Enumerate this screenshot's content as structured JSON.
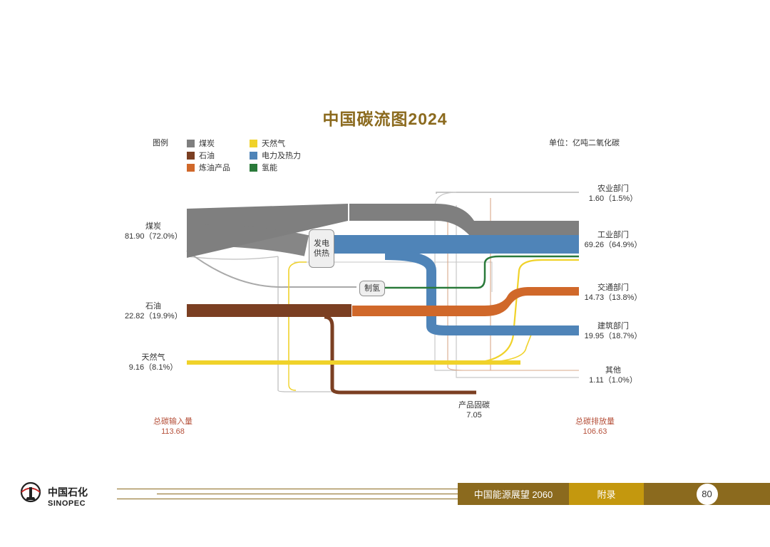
{
  "title": "中国碳流图2024",
  "unit": "单位：亿吨二氧化碳",
  "legend": {
    "title": "图例",
    "items": [
      {
        "label": "煤炭",
        "color": "#7f7f7f"
      },
      {
        "label": "天然气",
        "color": "#f0d22a"
      },
      {
        "label": "石油",
        "color": "#7b3f22"
      },
      {
        "label": "电力及热力",
        "color": "#4f84b8"
      },
      {
        "label": "炼油产品",
        "color": "#d0682a"
      },
      {
        "label": "氢能",
        "color": "#2a7a3a"
      }
    ]
  },
  "sources": [
    {
      "id": "coal",
      "name": "煤炭",
      "value": "81.90（72.0%）"
    },
    {
      "id": "oil",
      "name": "石油",
      "value": "22.82（19.9%）"
    },
    {
      "id": "gas",
      "name": "天然气",
      "value": "9.16（8.1%）"
    }
  ],
  "processes": [
    {
      "id": "power",
      "label_line1": "发电",
      "label_line2": "供热"
    },
    {
      "id": "h2",
      "label_line1": "制氢",
      "label_line2": ""
    }
  ],
  "sinks": [
    {
      "id": "agri",
      "name": "农业部门",
      "value": "1.60（1.5%）"
    },
    {
      "id": "industry",
      "name": "工业部门",
      "value": "69.26（64.9%）"
    },
    {
      "id": "transport",
      "name": "交通部门",
      "value": "14.73（13.8%）"
    },
    {
      "id": "building",
      "name": "建筑部门",
      "value": "19.95（18.7%）"
    },
    {
      "id": "other",
      "name": "其他",
      "value": "1.11（1.0%）"
    }
  ],
  "product_fix": {
    "name": "产品固碳",
    "value": "7.05"
  },
  "totals": {
    "input_label": "总碳输入量",
    "input_value": "113.68",
    "output_label": "总碳排放量",
    "output_value": "106.63"
  },
  "footer": {
    "logo_cn": "中国石化",
    "logo_en": "SINOPEC",
    "report": "中国能源展望 2060",
    "section": "附录",
    "page": "80"
  },
  "colors": {
    "accent": "#8b6a1e",
    "coal": "#7f7f7f",
    "oil": "#7b3f22",
    "refined": "#d0682a",
    "gas": "#f0d22a",
    "power": "#4f84b8",
    "hydrogen": "#2a7a3a",
    "total_text": "#b5503a"
  }
}
